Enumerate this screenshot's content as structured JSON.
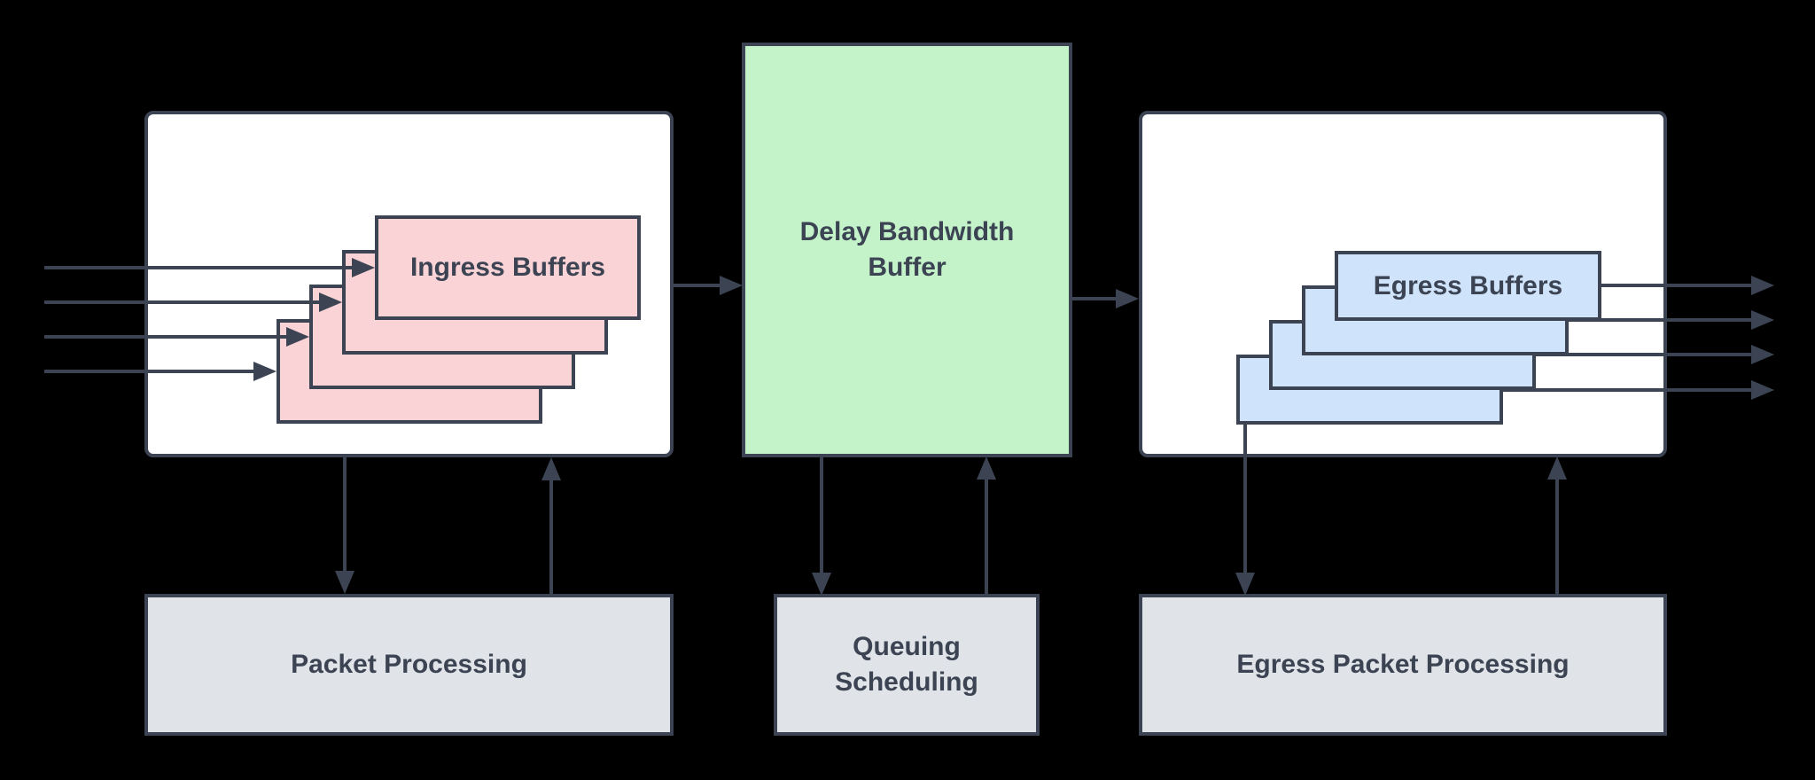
{
  "colors": {
    "bg": "#000000",
    "ink": "#3c4454",
    "line": "#3c4454",
    "pink": "#fad3d6",
    "green": "#c4f2c9",
    "blue": "#cfe3fa",
    "gray": "#e0e3e7",
    "white": "#ffffff"
  },
  "labels": {
    "ingress_buffers": "Ingress Buffers",
    "egress_buffers": "Egress Buffers",
    "delay_bandwidth_buffer": [
      "Delay Bandwidth",
      "Buffer"
    ],
    "packet_processing": "Packet Processing",
    "queuing_scheduling": [
      "Queuing",
      "Scheduling"
    ],
    "egress_packet_processing": "Egress Packet Processing"
  },
  "diagram": {
    "nodes": [
      "ingress-unit",
      "ingress-buffers-stack",
      "delay-bandwidth-buffer",
      "egress-unit",
      "egress-buffers-stack",
      "packet-processing",
      "queuing-scheduling",
      "egress-packet-processing"
    ],
    "connections": [
      {
        "from": "input-port-1",
        "to": "ingress-buffer-1"
      },
      {
        "from": "input-port-2",
        "to": "ingress-buffer-2"
      },
      {
        "from": "input-port-3",
        "to": "ingress-buffer-3"
      },
      {
        "from": "input-port-4",
        "to": "ingress-buffer-4"
      },
      {
        "from": "ingress-unit",
        "to": "delay-bandwidth-buffer"
      },
      {
        "from": "delay-bandwidth-buffer",
        "to": "egress-unit"
      },
      {
        "from": "egress-buffer-1",
        "to": "output-port-1"
      },
      {
        "from": "egress-buffer-2",
        "to": "output-port-2"
      },
      {
        "from": "egress-buffer-3",
        "to": "output-port-3"
      },
      {
        "from": "egress-buffer-4",
        "to": "output-port-4"
      },
      {
        "from": "ingress-unit",
        "to": "packet-processing"
      },
      {
        "from": "packet-processing",
        "to": "ingress-unit"
      },
      {
        "from": "delay-bandwidth-buffer",
        "to": "queuing-scheduling"
      },
      {
        "from": "queuing-scheduling",
        "to": "delay-bandwidth-buffer"
      },
      {
        "from": "egress-unit",
        "to": "egress-packet-processing"
      },
      {
        "from": "egress-packet-processing",
        "to": "egress-unit"
      }
    ]
  }
}
